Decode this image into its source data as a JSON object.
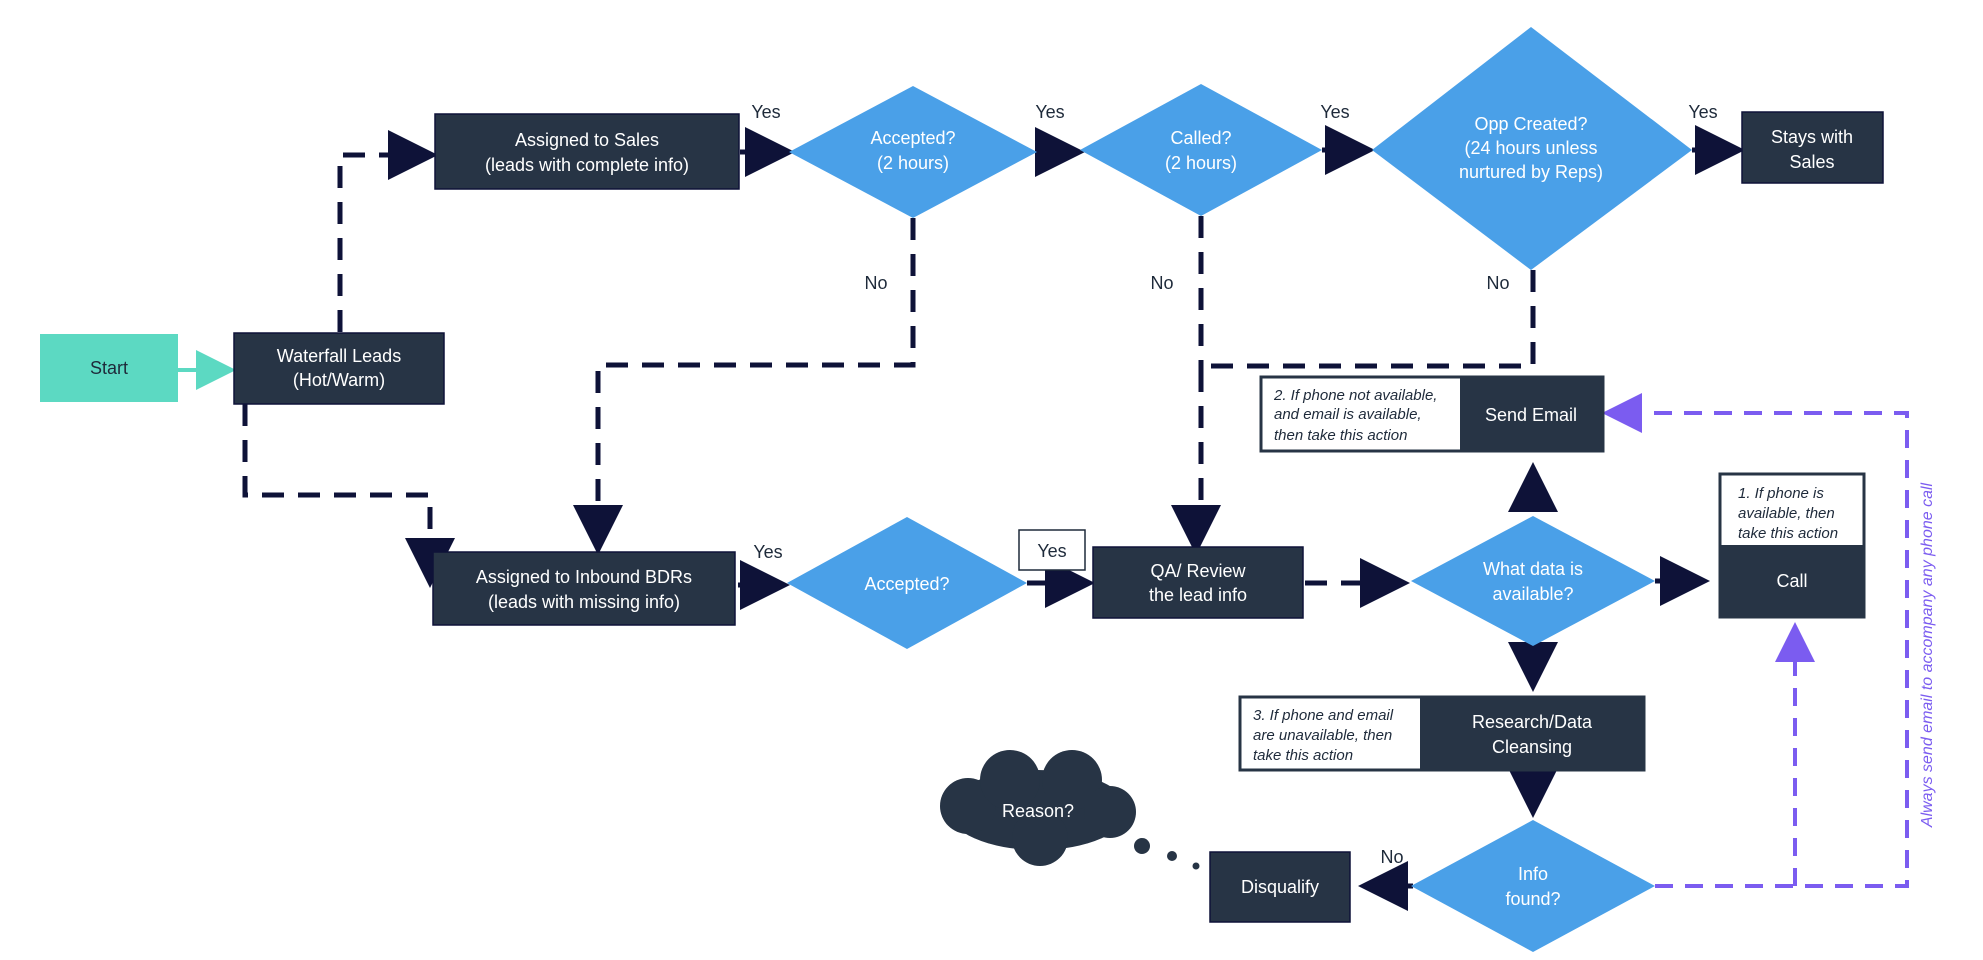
{
  "colors": {
    "box": "#273445",
    "decision": "#4aa0e8",
    "start": "#5cd9c2",
    "connector": "#0e1238",
    "accent": "#7b5cf0"
  },
  "nodes": {
    "start": "Start",
    "waterfall": [
      "Waterfall Leads",
      "(Hot/Warm)"
    ],
    "assigned_sales": [
      "Assigned to Sales",
      "(leads with complete info)"
    ],
    "accepted_top": [
      "Accepted?",
      "(2 hours)"
    ],
    "called": [
      "Called?",
      "(2 hours)"
    ],
    "opp_created": [
      "Opp Created?",
      "(24 hours unless",
      "nurtured by Reps)"
    ],
    "stays_sales": [
      "Stays with",
      "Sales"
    ],
    "assigned_bdrs": [
      "Assigned to Inbound BDRs",
      "(leads with missing info)"
    ],
    "accepted_bottom": "Accepted?",
    "qa_review": [
      "QA/ Review",
      "the lead info"
    ],
    "what_data": [
      "What data is",
      "available?"
    ],
    "send_email": "Send Email",
    "call": "Call",
    "research": [
      "Research/Data",
      "Cleansing"
    ],
    "info_found": [
      "Info",
      "found?"
    ],
    "disqualify": "Disqualify",
    "reason": "Reason?"
  },
  "notes": {
    "email": [
      "2. If phone not available,",
      "and email is available,",
      "then take this action"
    ],
    "call": [
      "1. If phone is",
      "available, then",
      "take this action"
    ],
    "research": [
      "3. If phone and email",
      "are unavailable, then",
      "take this action"
    ]
  },
  "edge_labels": {
    "yes": "Yes",
    "no": "No"
  },
  "side_note": "Always send email to accompany any phone call"
}
